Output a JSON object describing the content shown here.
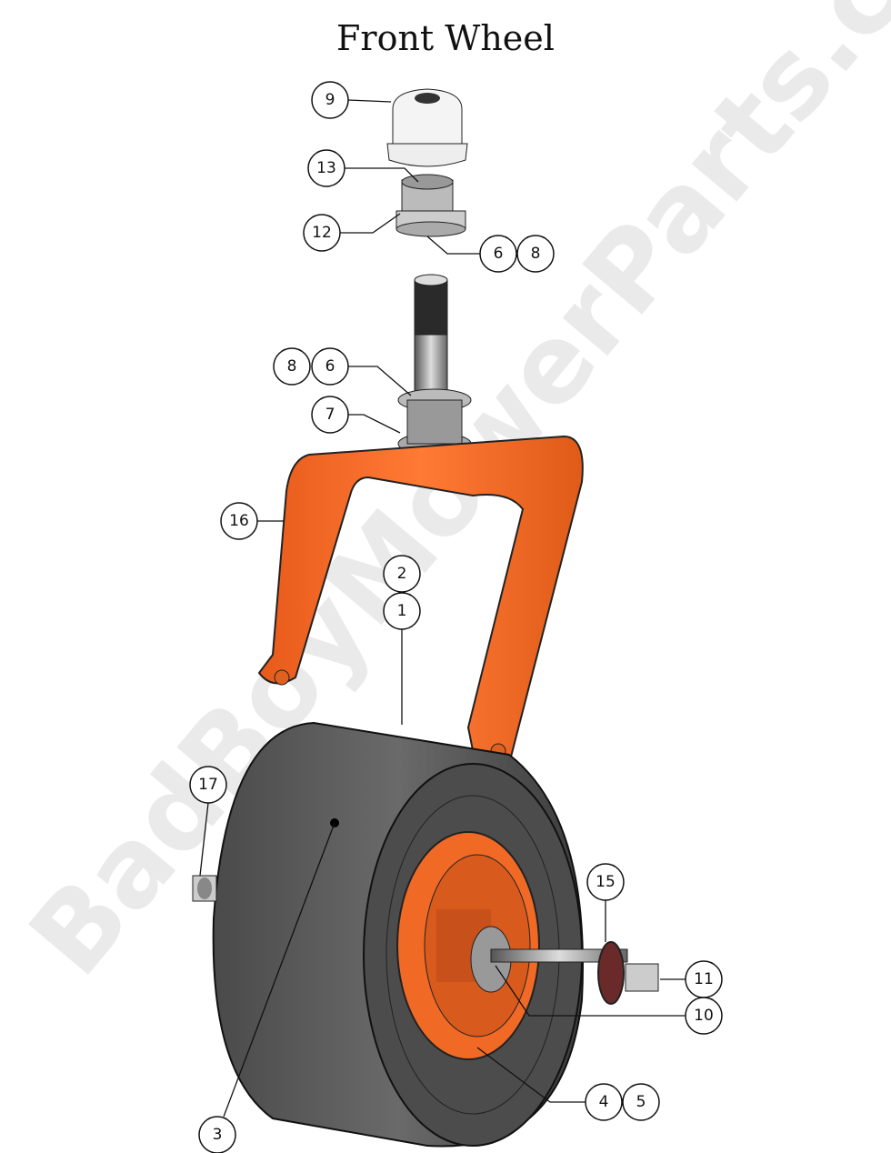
{
  "title": "Front Wheel",
  "watermark": "BadBoyMowerParts.com",
  "colors": {
    "fork": "#f06a26",
    "tire": "#5a5a5a",
    "rim": "#f06a26",
    "cap": "#f4f4f4"
  },
  "callouts": {
    "c9": "9",
    "c13": "13",
    "c12": "12",
    "c6a": "6",
    "c8a": "8",
    "c8b": "8",
    "c6b": "6",
    "c7": "7",
    "c16": "16",
    "c2": "2",
    "c1": "1",
    "c17": "17",
    "c15": "15",
    "c11": "11",
    "c10": "10",
    "c4": "4",
    "c5": "5",
    "c3": "3"
  }
}
